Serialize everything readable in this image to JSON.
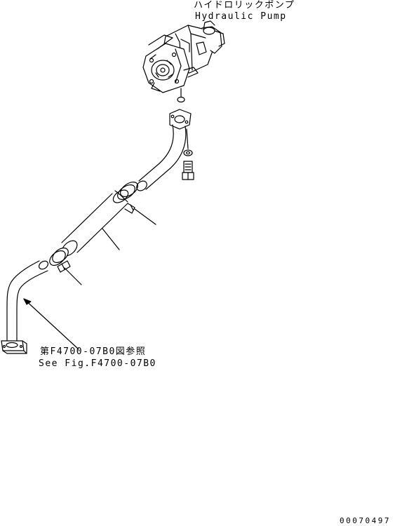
{
  "labels": {
    "pump_jp": "ハイドロリックポンプ",
    "pump_en": "Hydraulic Pump",
    "ref_jp": "第F4700-07B0図参照",
    "ref_en": "See Fig.F4700-07B0",
    "drawing_code": "00070497"
  },
  "style": {
    "line_color": "#000000",
    "background": "#ffffff"
  }
}
